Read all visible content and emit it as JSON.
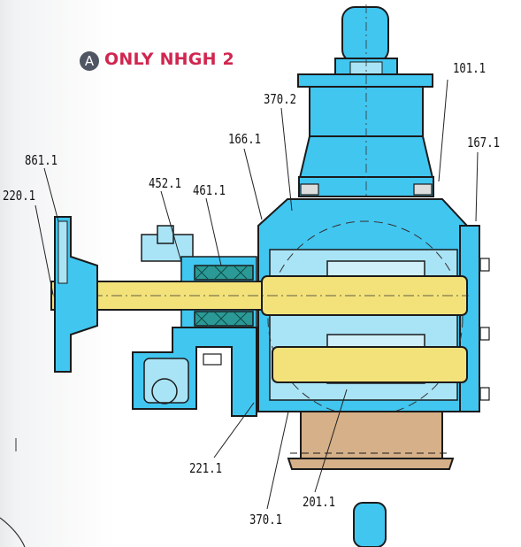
{
  "note": {
    "badge": "A",
    "text": "ONLY NHGH 2"
  },
  "callouts": {
    "c101_1": "101.1",
    "c370_2": "370.2",
    "c166_1": "166.1",
    "c167_1": "167.1",
    "c861_1": "861.1",
    "c220_1": "220.1",
    "c452_1": "452.1",
    "c461_1": "461.1",
    "c221_1": "221.1",
    "c201_1": "201.1",
    "c370_1": "370.1"
  },
  "colors": {
    "casing_blue": "#41c6f0",
    "casing_light": "#a9e4f6",
    "shaft_yellow": "#f3e27a",
    "base_tan": "#d5b088",
    "packing_teal": "#2b9a96",
    "accent_red": "#d0264f"
  }
}
